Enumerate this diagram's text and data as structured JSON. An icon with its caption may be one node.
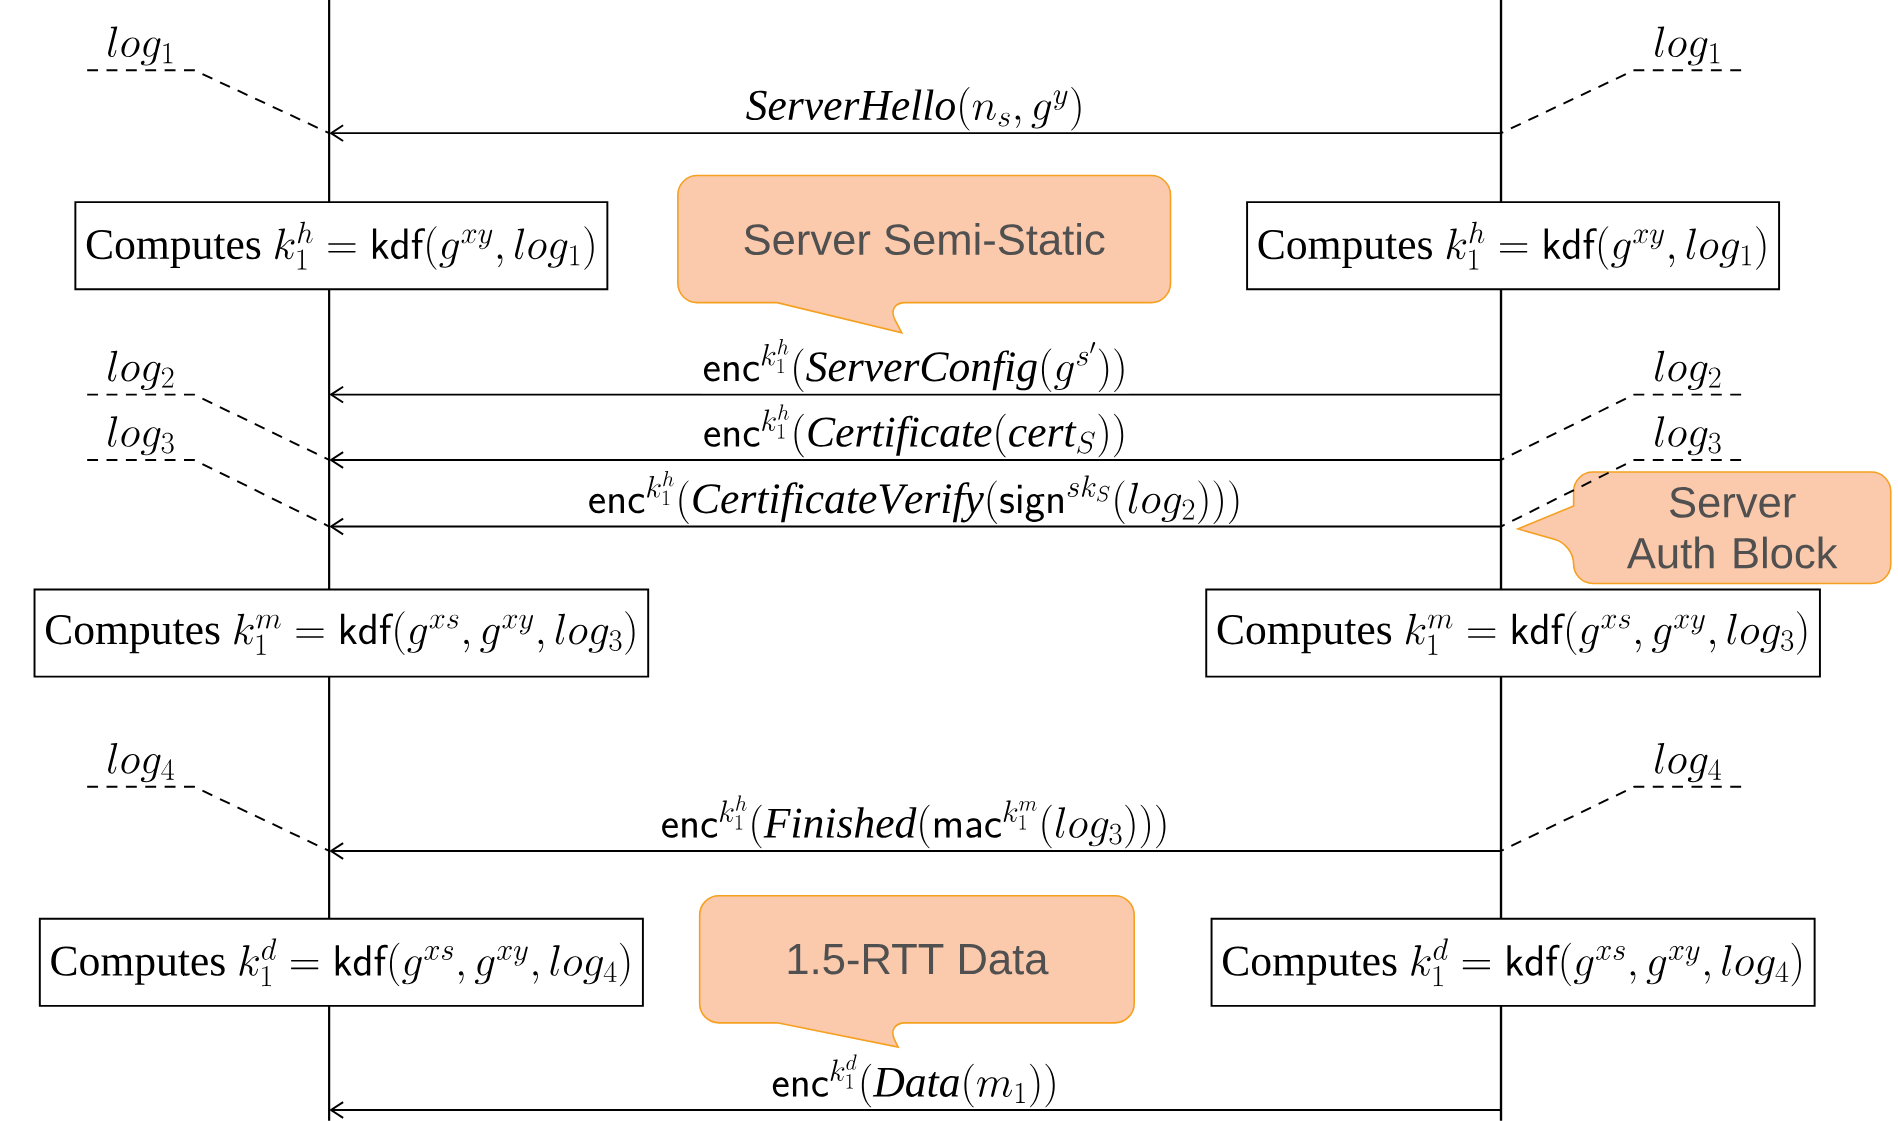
{
  "diagram": {
    "nodes": [
      {
        "text": [],
        "shape": "bar"
      },
      {
        "text": [],
        "shape": "bar"
      },
      {
        "text": [
          "log_1"
        ]
      },
      {
        "text": [
          "log_1"
        ]
      },
      {
        "text": [
          "\\text{Computes } k_1^h = \\mathsf{kdf}(g^{xy}, log_1)"
        ]
      },
      {
        "text": [
          "Server Semi-Static"
        ]
      },
      {
        "text": [
          "\\text{Computes } k_1^h = \\mathsf{kdf}(g^{xy}, log_1)"
        ]
      },
      {
        "text": [
          "log_2"
        ]
      },
      {
        "text": [
          "log_2"
        ]
      },
      {
        "text": [
          "log_3"
        ]
      },
      {
        "text": [
          "log_3"
        ]
      },
      {
        "text": [
          "Server Auth Block"
        ]
      },
      {
        "text": [
          "\\text{Computes } k_1^m = \\mathsf{kdf}(g^{xs}, g^{xy}, log_3)"
        ]
      },
      {
        "text": [
          "\\text{Computes } k_1^m = \\mathsf{kdf}(g^{xs}, g^{xy}, log_3)"
        ]
      },
      {
        "text": [
          "log_4"
        ]
      },
      {
        "text": [
          "log_4"
        ]
      },
      {
        "text": [
          "\\text{Computes } k_1^d = \\mathsf{kdf}(g^{xs}, g^{xy}, log_4)"
        ]
      },
      {
        "text": [
          "1.5-RTT Data"
        ]
      },
      {
        "text": [
          "\\text{Computes } k_1^d = \\mathsf{kdf}(g^{xs}, g^{xy}, log_4)"
        ]
      }
    ],
    "edges": [
      {
        "from": 1,
        "to": 0,
        "arrow": "to",
        "label": "\\mathit{ServerHello}(n_s, g^y)"
      },
      {
        "from": 1,
        "to": 0,
        "arrow": "to",
        "label": "\\mathsf{enc}^{k_1^h}(\\mathit{ServerConfig}(g^{s'}))"
      },
      {
        "from": 1,
        "to": 0,
        "arrow": "to",
        "label": "\\mathsf{enc}^{k_1^h}(\\mathit{Certificate}(\\mathit{cert}_S))"
      },
      {
        "from": 1,
        "to": 0,
        "arrow": "to",
        "label": "\\mathsf{enc}^{k_1^h}(\\mathit{CertificateVerify}(\\mathsf{sign}^{sk_S}(log_2)))"
      },
      {
        "from": 1,
        "to": 0,
        "arrow": "to",
        "label": "\\mathsf{enc}^{k_1^h}(\\mathit{Finished}(\\mathsf{mac}^{k_1^m}(log_3)))"
      },
      {
        "from": 1,
        "to": 0,
        "arrow": "to",
        "label": "\\mathsf{enc}^{k_1^d}(\\mathit{Data}(m_1))"
      },
      {
        "from": 2,
        "to": 0,
        "arrow": "none",
        "style": "dashed"
      },
      {
        "from": 3,
        "to": 1,
        "arrow": "none",
        "style": "dashed"
      },
      {
        "from": 7,
        "to": 0,
        "arrow": "none",
        "style": "dashed"
      },
      {
        "from": 8,
        "to": 1,
        "arrow": "none",
        "style": "dashed"
      },
      {
        "from": 9,
        "to": 0,
        "arrow": "none",
        "style": "dashed"
      },
      {
        "from": 10,
        "to": 1,
        "arrow": "none",
        "style": "dashed"
      },
      {
        "from": 14,
        "to": 0,
        "arrow": "none",
        "style": "dashed"
      },
      {
        "from": 15,
        "to": 1,
        "arrow": "none",
        "style": "dashed"
      }
    ]
  }
}
